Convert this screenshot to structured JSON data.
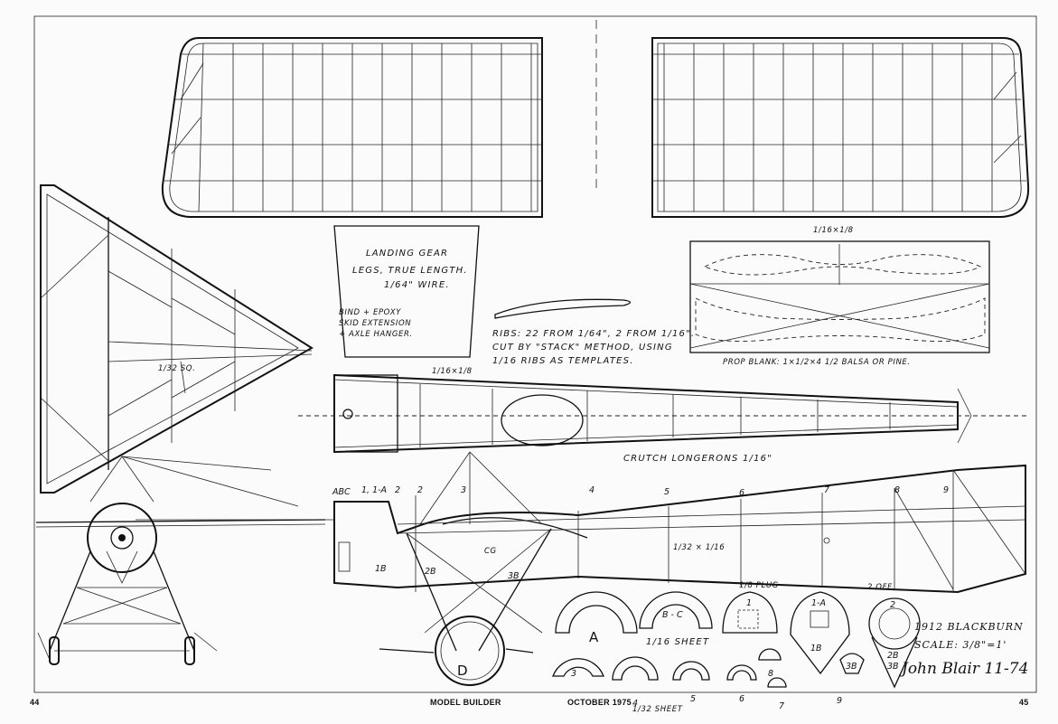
{
  "labels": {
    "landing_gear_1": "LANDING GEAR",
    "landing_gear_2": "LEGS, TRUE LENGTH.",
    "landing_gear_3": "1/64\" WIRE.",
    "bind_1": "BIND + EPOXY",
    "bind_2": "SKID EXTENSION",
    "bind_3": "+ AXLE HANGER.",
    "ribs_1": "RIBS: 22 FROM 1/64\", 2 FROM 1/16\".",
    "ribs_2": "CUT BY \"STACK\" METHOD, USING",
    "ribs_3": "1/16 RIBS AS TEMPLATES.",
    "prop_blank": "PROP BLANK: 1×1/2×4 1/2 BALSA OR PINE.",
    "spar_size": "1/16×1/8",
    "fuselage_spar": "1/16×1/8",
    "crutch": "CRUTCH LONGERONS 1/16\"",
    "tail_sq": "1/32 SQ.",
    "fuselage_size": "1/32 × 1/16",
    "cg": "CG",
    "plug": "1/8 PLUG",
    "two_off": "2 OFF",
    "sheet_116": "1/16 SHEET",
    "sheet_132": "1/32 SHEET",
    "title_1": "1912 BLACKBURN",
    "title_2": "SCALE: 3/8\"=1'",
    "signature": "John Blair 11-74"
  },
  "station_numbers": [
    "ABC",
    "1, 1-A",
    "2",
    "2",
    "3",
    "4",
    "5",
    "6",
    "7",
    "8",
    "9"
  ],
  "former_labels": [
    "A",
    "B - C",
    "1",
    "1-A",
    "1B",
    "2",
    "2B",
    "3B",
    "3",
    "4",
    "5",
    "6",
    "7",
    "8",
    "9",
    "3B",
    "1B",
    "2B",
    "3B",
    "D"
  ],
  "footer": {
    "page_left": "44",
    "magazine": "MODEL BUILDER",
    "issue": "OCTOBER 1975",
    "page_right": "45"
  }
}
